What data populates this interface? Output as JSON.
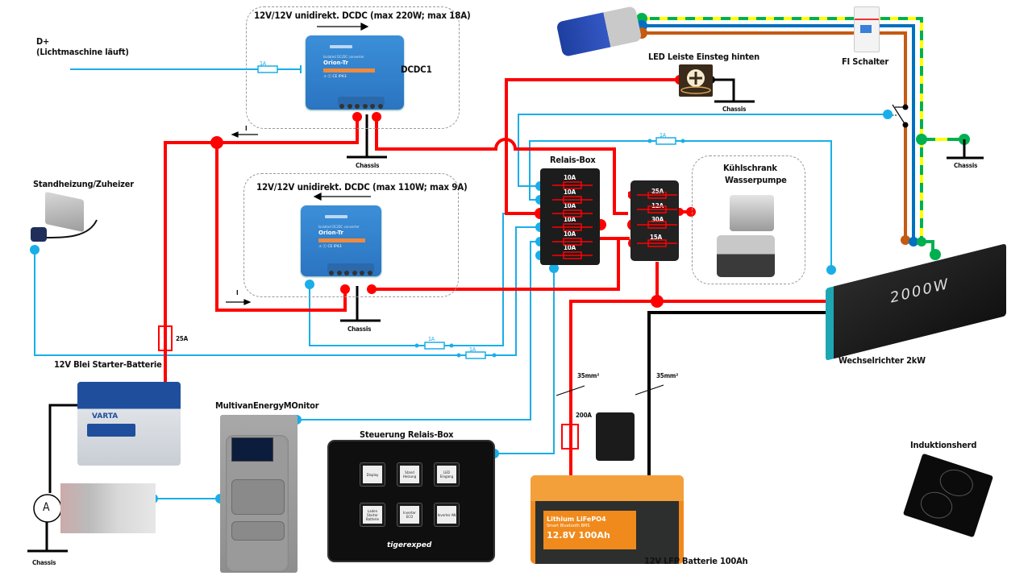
{
  "title": "Multivan Energy System Wiring Diagram",
  "labels": {
    "d_plus": "D+",
    "d_plus_sub": "(Lichtmaschine läuft)",
    "dcdc1_box": "12V/12V unidirekt. DCDC (max 220W; max 18A)",
    "dcdc1_name": "DCDC1",
    "dcdc2_box": "12V/12V unidirekt. DCDC (max 110W; max 9A)",
    "standheizung": "Standheizung/Zuheizer",
    "starter_battery": "12V Blei Starter-Batterie",
    "fuse_25a": "25A",
    "chassis": "Chassis",
    "current_symbol": "I",
    "relay_box": "Relais-Box",
    "led_strip": "LED Leiste Einsteg hinten",
    "fi_switch": "FI Schalter",
    "fridge_pump_line1": "Kühlschrank",
    "fridge_pump_line2": "Wasserpumpe",
    "inverter": "Wechselrichter 2kW",
    "inverter_badge": "2000W",
    "energy_monitor": "MultivanEnergyMOnitor",
    "control_panel": "Steuerung Relais-Box",
    "lfp_battery": "12V LFP Batterie 100Ah",
    "cable_red": "35mm²",
    "cable_black": "35mm²",
    "fuse_200a": "200A",
    "induction": "Induktionsherd",
    "ammeter": "A",
    "fuse_1a": "1A",
    "orion_name": "Orion-Tr",
    "orion_sub": "Isolated DC/DC converter",
    "orion_cert": "⚠ ⓒ CE IP43",
    "varta": "VARTA",
    "lfp_brand": "Lithium LiFePO4",
    "lfp_sub": "Smart Bluetooth BMS",
    "lfp_rating": "12.8V 100Ah",
    "ctrl_logo": "tigerexped"
  },
  "relay_fuses": [
    "10A",
    "10A",
    "10A",
    "10A",
    "10A",
    "10A"
  ],
  "fuse_block": [
    "25A",
    "12A",
    "30A",
    "15A"
  ],
  "control_keys": [
    "Display",
    "Stand Heizung",
    "LED Eingang",
    "Laden Starter Batterie",
    "Inverter ECO",
    "Inverter AN"
  ],
  "colors": {
    "positive": "#ff0000",
    "signal": "#1aaee8",
    "ground": "#000000",
    "ac_live": "#c55a11",
    "ac_neutral": "#0070c0",
    "ac_earth_green": "#00b050",
    "ac_earth_yellow": "#ffff00"
  }
}
